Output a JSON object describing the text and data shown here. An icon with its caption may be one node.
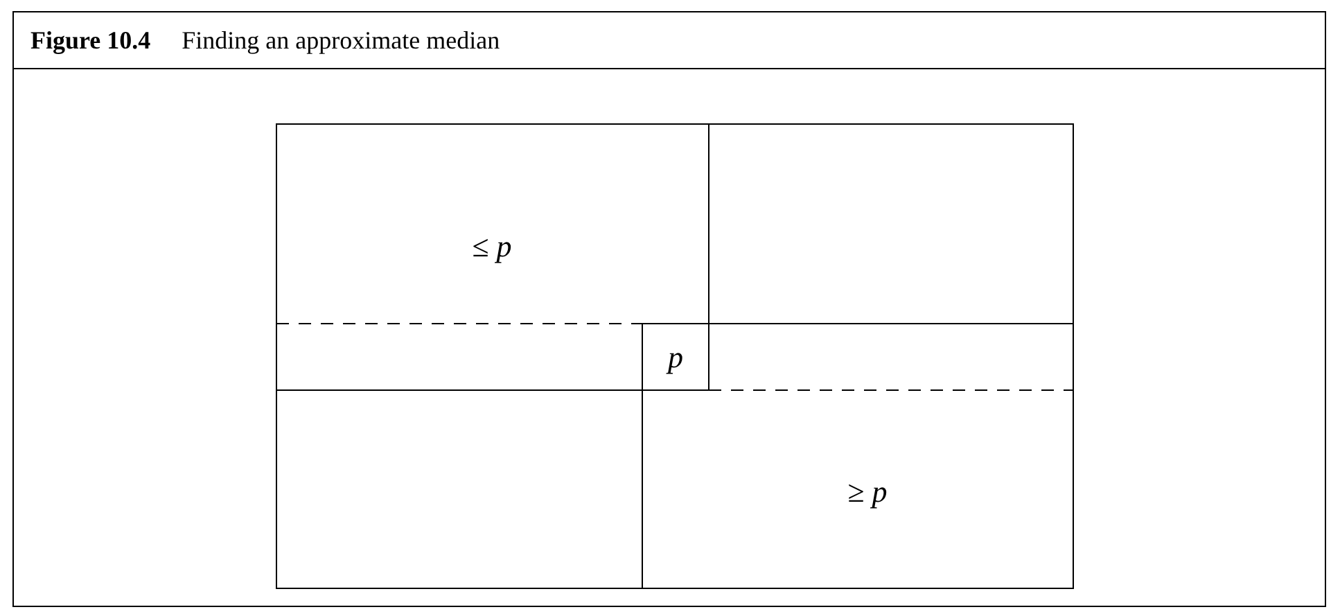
{
  "diagram": {
    "title": "**Figure 10.4** Finding an approximate median",
    "nodes": [
      {
        "text": [
          "p"
        ]
      }
    ],
    "labels": [
      "≤ *p*",
      "≥ *p*"
    ]
  }
}
